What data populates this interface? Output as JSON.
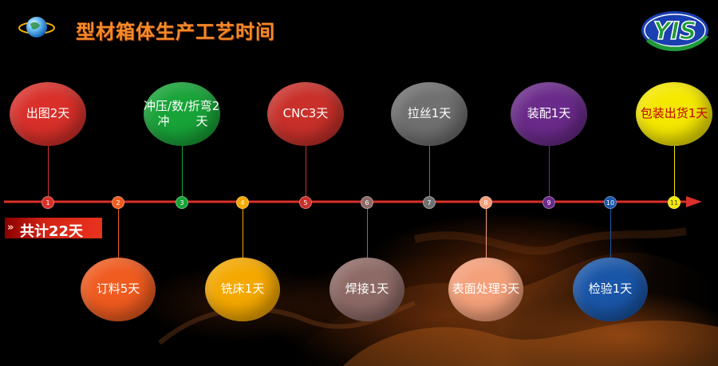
{
  "title": "型材箱体生产工艺时间",
  "logo_text": "YIS",
  "total_label": "共计22天",
  "colors": {
    "accent": "#f58a2a",
    "axis": "#d9302a",
    "logo_green": "#1f9a3a",
    "logo_blue": "#1a3fb0"
  },
  "steps": [
    {
      "num": "1",
      "label": "出图2天",
      "color": "#d9302a"
    },
    {
      "num": "2",
      "label": "订料5天",
      "color": "#f05b1f"
    },
    {
      "num": "3",
      "label": "冲压/数冲/折弯2天",
      "color": "#18a338"
    },
    {
      "num": "4",
      "label": "铣床1天",
      "color": "#f4a800"
    },
    {
      "num": "5",
      "label": "CNC3天",
      "color": "#c9302a"
    },
    {
      "num": "6",
      "label": "焊接1天",
      "color": "#8e6a66"
    },
    {
      "num": "7",
      "label": "拉丝1天",
      "color": "#707070"
    },
    {
      "num": "8",
      "label": "表面处理3天",
      "color": "#f4a07a"
    },
    {
      "num": "9",
      "label": "装配1天",
      "color": "#6a2a8a"
    },
    {
      "num": "10",
      "label": "检验1天",
      "color": "#1a56a8"
    },
    {
      "num": "11",
      "label": "包装出货1天",
      "color": "#f5e800"
    }
  ]
}
